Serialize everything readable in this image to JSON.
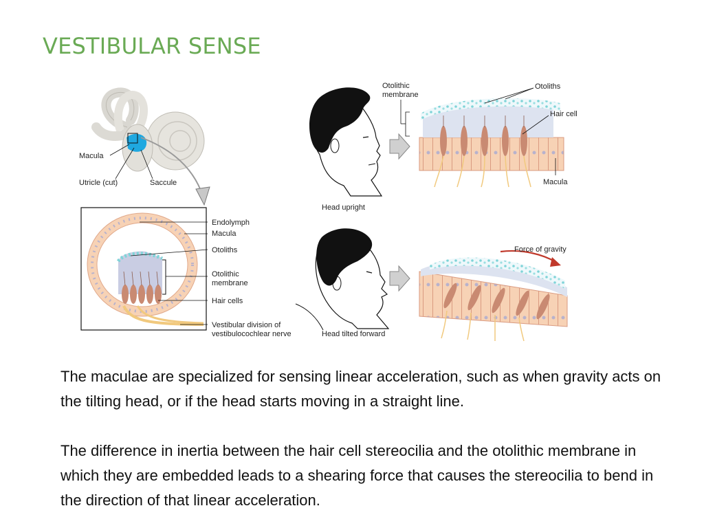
{
  "slide": {
    "title": "VESTIBULAR SENSE",
    "paragraphs": [
      "The maculae are specialized for sensing linear acceleration, such as when gravity acts on the tilting head, or if the head starts moving in a straight line.",
      "The difference in inertia between the hair cell stereocilia and the otolithic membrane in which they are embedded leads to a shearing force that causes the stereocilia to bend in the direction of that linear acceleration."
    ]
  },
  "figure": {
    "labels": {
      "macula_left": "Macula",
      "utricle": "Utricle (cut)",
      "saccule": "Saccule",
      "endolymph": "Endolymph",
      "macula_mid": "Macula",
      "otoliths_mid": "Otoliths",
      "otolithic_membrane_mid_1": "Otolithic",
      "otolithic_membrane_mid_2": "membrane",
      "hair_cells": "Hair cells",
      "vestibular_division_1": "Vestibular division of",
      "vestibular_division_2": "vestibulocochlear nerve",
      "otolithic_membrane_top_1": "Otolithic",
      "otolithic_membrane_top_2": "membrane",
      "otoliths_top": "Otoliths",
      "hair_cell": "Hair cell",
      "macula_right": "Macula",
      "head_upright": "Head upright",
      "force_of_gravity": "Force of gravity",
      "head_tilted": "Head tilted forward"
    },
    "colors": {
      "title_green": "#6aaa55",
      "saccule_blue": "#1fa8e0",
      "bone": "#e2e0da",
      "tissue": "#f7d2b5",
      "otolith": "#7fd4d8",
      "hair_cell": "#c98a72",
      "nerve": "#f1c97e",
      "arrow_red": "#c0392b"
    }
  }
}
